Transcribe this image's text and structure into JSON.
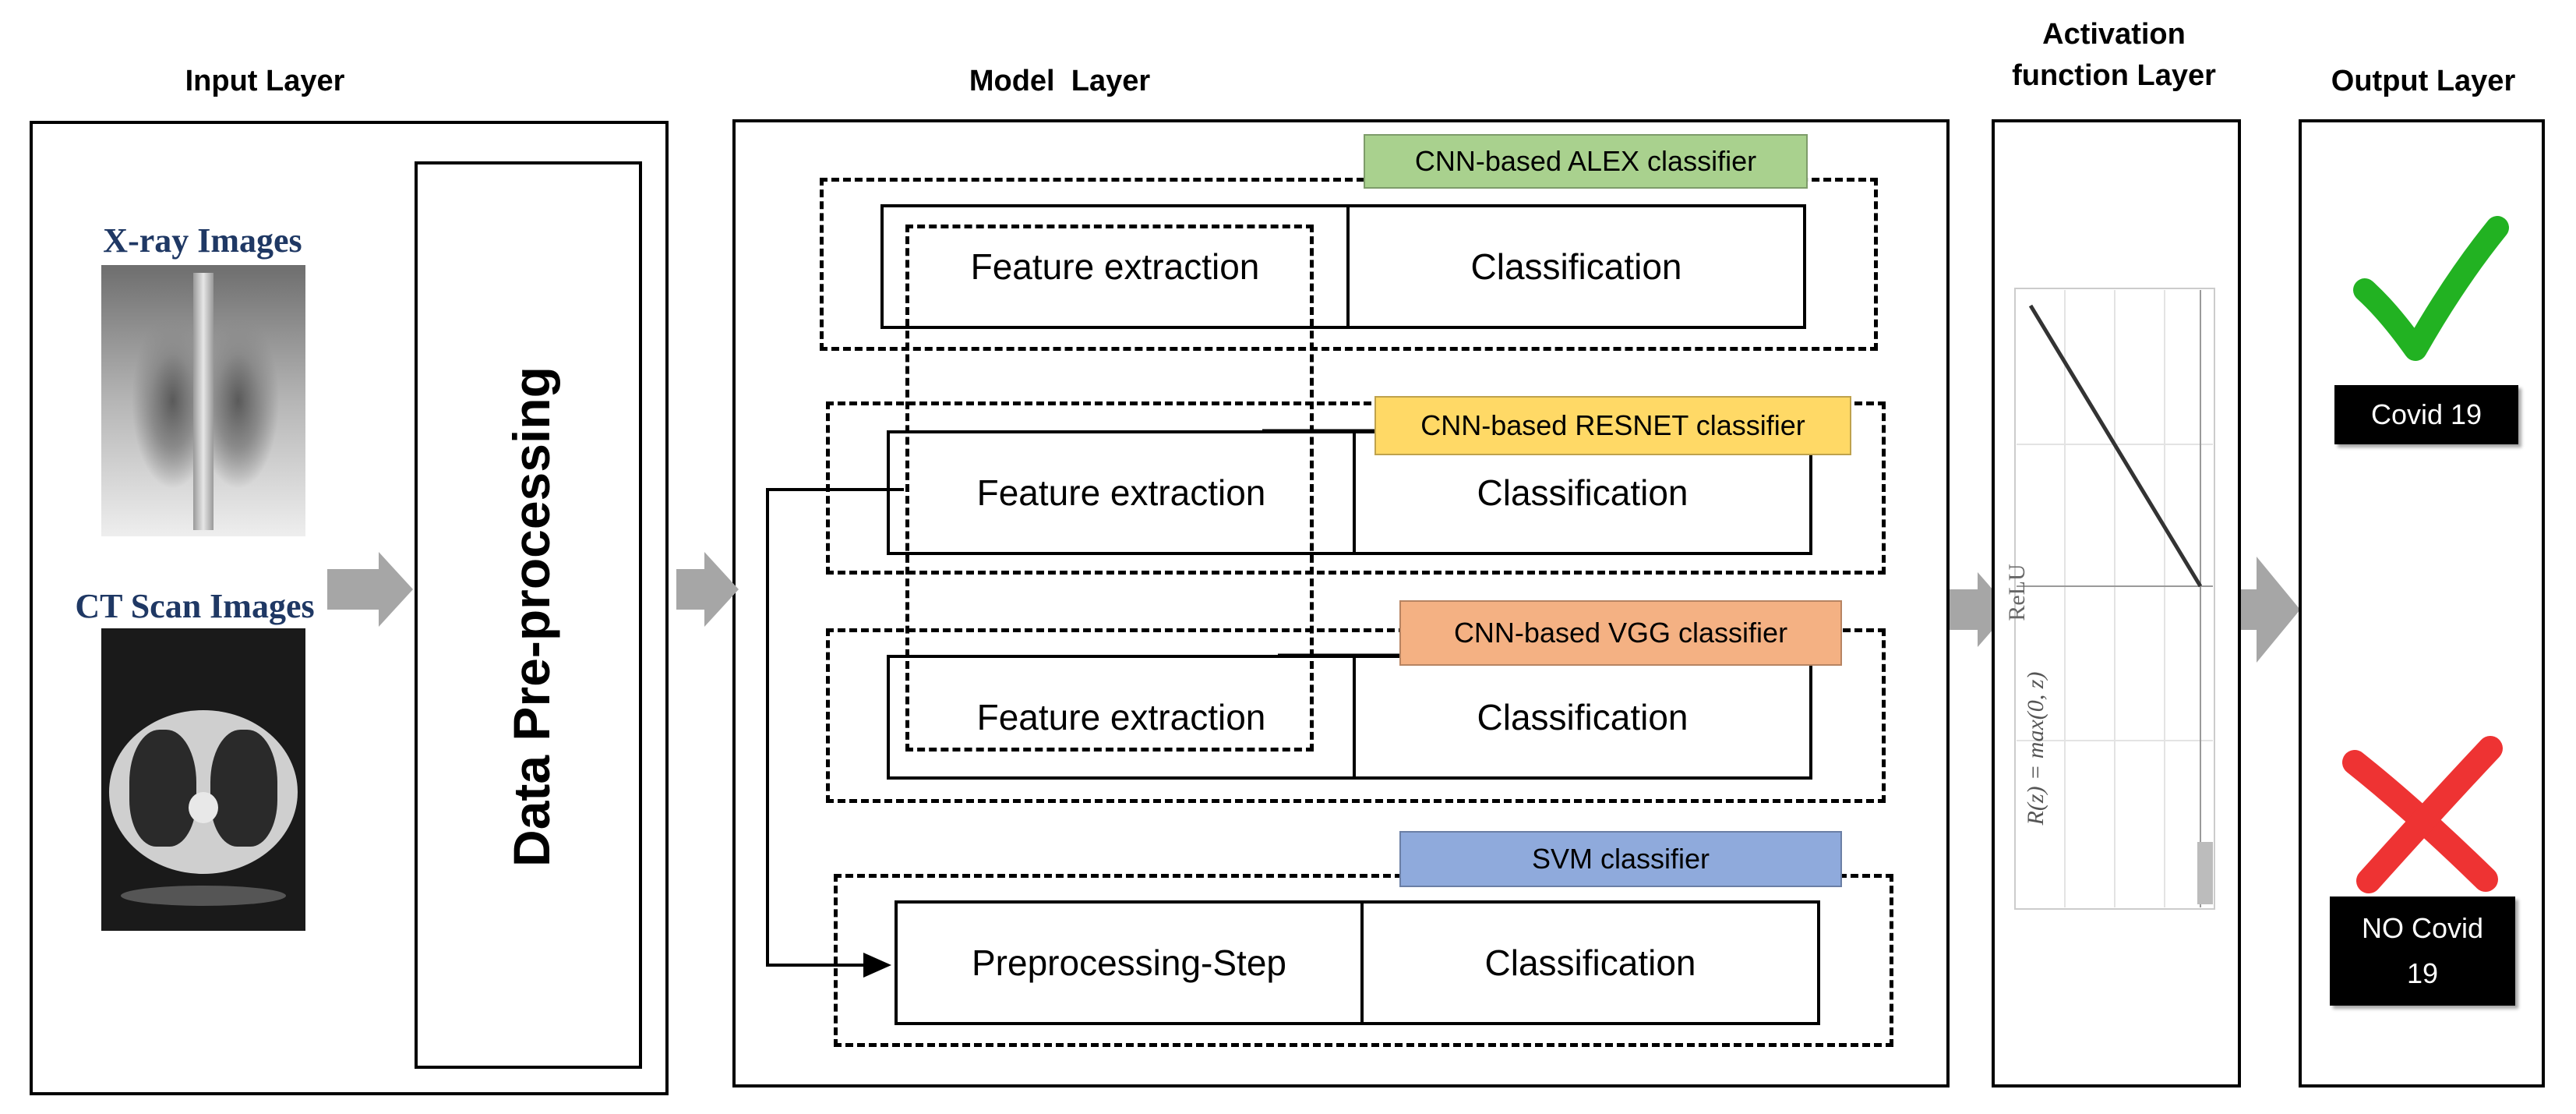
{
  "layers": {
    "input": "Input Layer",
    "model": "Model  Layer",
    "activation": "Activation function Layer",
    "output": "Output Layer"
  },
  "input_layer": {
    "xray_title": "X-ray Images",
    "ct_title": "CT Scan Images",
    "preprocessing": "Data Pre-processing"
  },
  "classifiers": [
    {
      "tag": "CNN-based ALEX classifier",
      "left": "Feature extraction",
      "right": "Classification",
      "color": "#a9d18e"
    },
    {
      "tag": "CNN-based RESNET classifier",
      "left": "Feature extraction",
      "right": "Classification",
      "color": "#ffd966"
    },
    {
      "tag": "CNN-based VGG classifier",
      "left": "Feature extraction",
      "right": "Classification",
      "color": "#f4b183"
    },
    {
      "tag": "SVM classifier",
      "left": "Preprocessing-Step",
      "right": "Classification",
      "color": "#8faadc"
    }
  ],
  "activation": {
    "function_label": "ReLU",
    "formula": "R(z) = max(0, z)"
  },
  "output_layer": {
    "positive": "Covid 19",
    "negative": "NO Covid 19",
    "check_color": "#22b222",
    "cross_color": "#ee3333"
  },
  "arrow_color": "#a6a6a6"
}
